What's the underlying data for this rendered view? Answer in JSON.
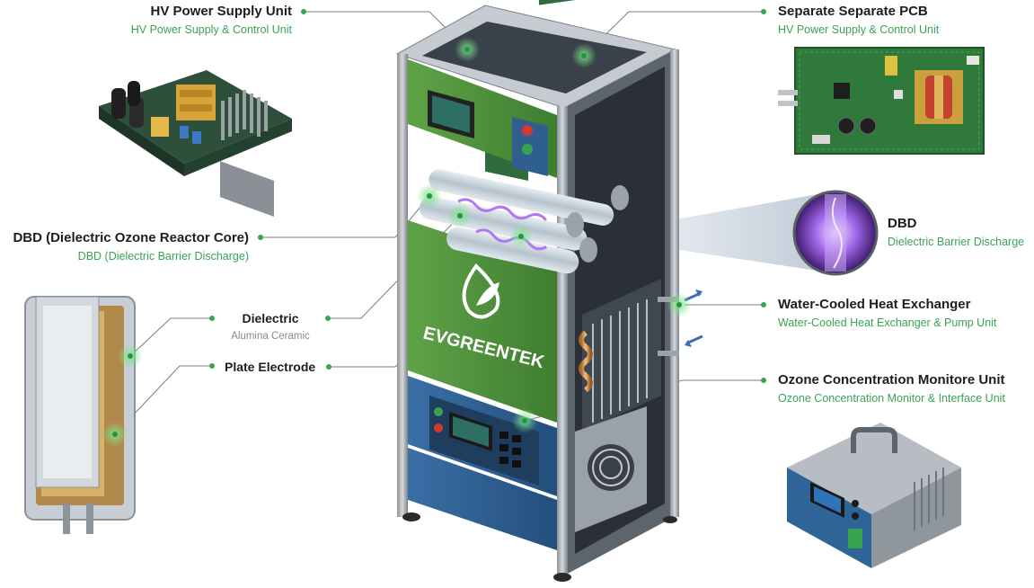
{
  "labels": {
    "hv_power": {
      "title": "HV Power Supply Unit",
      "subtitle": "HV Power Supply & Control Unit"
    },
    "pcb": {
      "title": "Separate Separate PCB",
      "subtitle": "HV Power Supply & Control Unit"
    },
    "dbd_core": {
      "title": "DBD (Dielectric Ozone Reactor Core)",
      "subtitle": "DBD (Dielectric Barrier Discharge)"
    },
    "dbd": {
      "title": "DBD",
      "subtitle": "Dielectric Barrier Discharge"
    },
    "dielectric": {
      "title": "Dielectric",
      "subtitle": "Alumina Ceramic"
    },
    "plate": {
      "title": "Plate Electrode"
    },
    "heat_exchanger": {
      "title": "Water-Cooled Heat Exchanger",
      "subtitle": "Water-Cooled Heat Exchanger & Pump Unit"
    },
    "ozone_monitor": {
      "title": "Ozone Concentration Monitore Unit",
      "subtitle": "Ozone Concentration Monitor & Interface Unit"
    }
  },
  "brand": {
    "name": "EVGREENTEK"
  },
  "colors": {
    "accent_green": "#3aa351",
    "cabinet_green": "#4f8f3c",
    "cabinet_blue": "#2f5f8f",
    "plasma_purple": "#8a4dd6"
  }
}
